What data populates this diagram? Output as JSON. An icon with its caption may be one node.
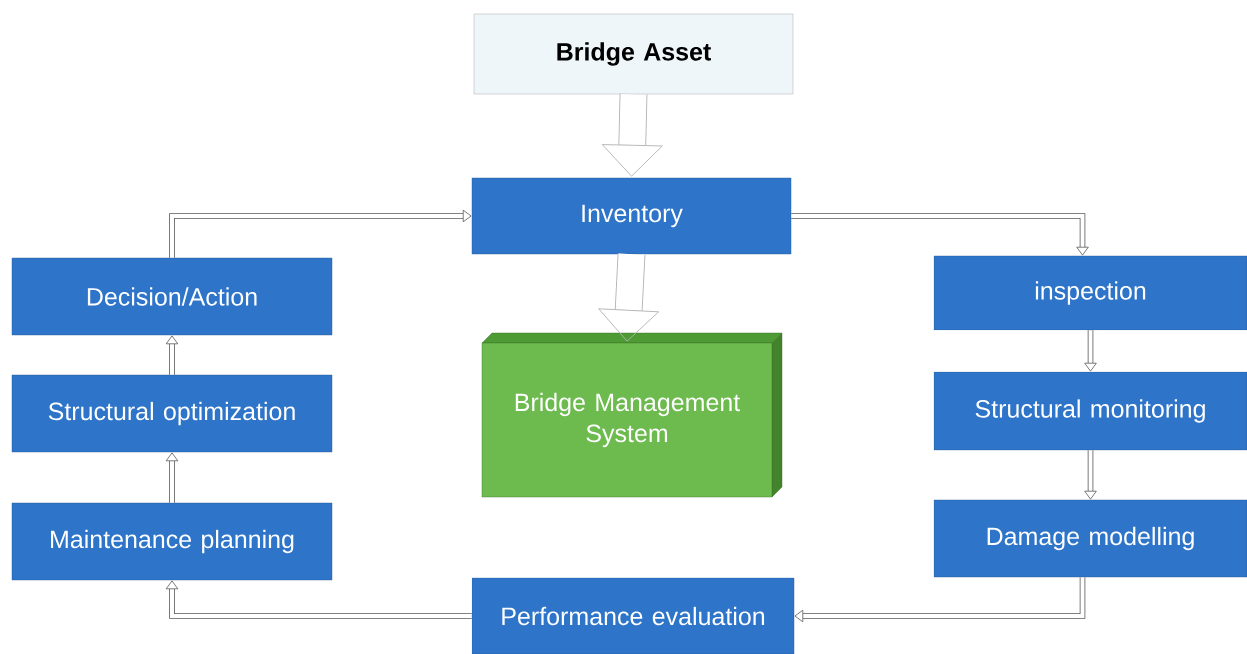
{
  "diagram": {
    "nodes": [
      {
        "text": [
          "Bridge Asset"
        ]
      },
      {
        "text": [
          "Inventory"
        ]
      },
      {
        "text": [
          "Bridge Management System"
        ]
      },
      {
        "text": [
          "inspection"
        ]
      },
      {
        "text": [
          "Structural monitoring"
        ]
      },
      {
        "text": [
          "Damage modelling"
        ]
      },
      {
        "text": [
          "Performance evaluation"
        ]
      },
      {
        "text": [
          "Maintenance planning"
        ]
      },
      {
        "text": [
          "Structural optimization"
        ]
      },
      {
        "text": [
          "Decision/Action"
        ]
      }
    ],
    "edges": [
      {
        "from": 0,
        "to": 1,
        "arrow": "to",
        "style": "thick"
      },
      {
        "from": 1,
        "to": 2,
        "arrow": "to",
        "style": "thick"
      },
      {
        "from": 1,
        "to": 3,
        "arrow": "to"
      },
      {
        "from": 3,
        "to": 4,
        "arrow": "to"
      },
      {
        "from": 4,
        "to": 5,
        "arrow": "to"
      },
      {
        "from": 5,
        "to": 6,
        "arrow": "to"
      },
      {
        "from": 6,
        "to": 7,
        "arrow": "to"
      },
      {
        "from": 7,
        "to": 8,
        "arrow": "to"
      },
      {
        "from": 8,
        "to": 9,
        "arrow": "to"
      },
      {
        "from": 9,
        "to": 1,
        "arrow": "to"
      }
    ]
  }
}
